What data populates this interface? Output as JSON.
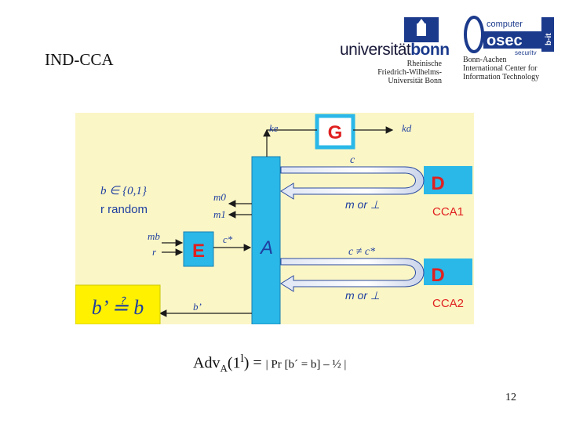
{
  "slide": {
    "title": "IND-CCA",
    "page_number": "12"
  },
  "logos": {
    "bonn": {
      "word_prefix": "universität",
      "word_bold": "bonn",
      "lines": [
        "Rheinische",
        "Friedrich-Wilhelms-",
        "Universität Bonn"
      ]
    },
    "cosec": {
      "top": "computer",
      "mark": "osec",
      "side": "b-it",
      "bottom": "security",
      "lines": [
        "Bonn-Aachen",
        "International Center for",
        "Information Technology"
      ]
    }
  },
  "diagram": {
    "G": "G",
    "E": "E",
    "A": "A",
    "D": "D",
    "ke": "ke",
    "kd": "kd",
    "c": "c",
    "b_set": "b ∈ {0,1}",
    "r_random": "r random",
    "m0": "m0",
    "m1": "m1",
    "mb": "mb",
    "r": "r",
    "c_star": "c*",
    "c_neq": "c ≠ c*",
    "m_or_bot": "m or ⊥",
    "cca1": "CCA1",
    "cca2": "CCA2",
    "b_prime": "b’",
    "check": "b’ ≟ b"
  },
  "formula": {
    "adv": "Adv",
    "sub": "A",
    "arg": "(1",
    "sup": "l",
    "arg_end": ") =",
    "rest": "| Pr [b´ = b] – ½ |"
  },
  "colors": {
    "diagram_bg": "#fbf6c6",
    "box_yellow": "#fff100",
    "box_cyan": "#2ab8e8",
    "letter_red": "#e02020",
    "diagram_blue": "#1f3fa0"
  }
}
